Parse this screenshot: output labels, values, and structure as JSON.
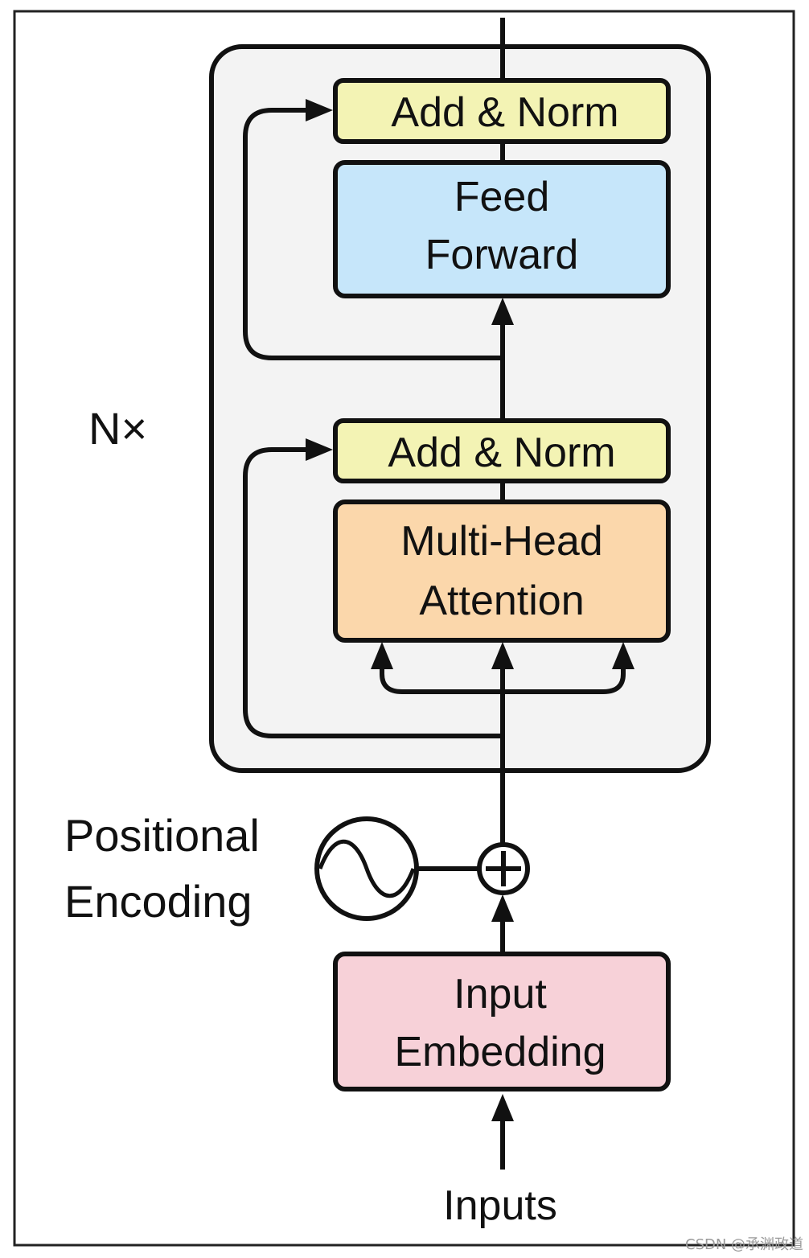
{
  "diagram": {
    "repeat_label": "N×",
    "blocks": {
      "add_norm_top": {
        "label": "Add & Norm",
        "color": "#f3f3b4"
      },
      "feed_forward": {
        "line1": "Feed",
        "line2": "Forward",
        "color": "#c6e6fa"
      },
      "add_norm_bottom": {
        "label": "Add & Norm",
        "color": "#f3f3b4"
      },
      "attention": {
        "line1": "Multi-Head",
        "line2": "Attention",
        "color": "#fbd7ab"
      },
      "embedding": {
        "line1": "Input",
        "line2": "Embedding",
        "color": "#f7d1d8"
      }
    },
    "positional_encoding": {
      "line1": "Positional",
      "line2": "Encoding"
    },
    "inputs_label": "Inputs",
    "stack_background": "#f3f3f3",
    "watermark": "CSDN @承渊政道"
  }
}
